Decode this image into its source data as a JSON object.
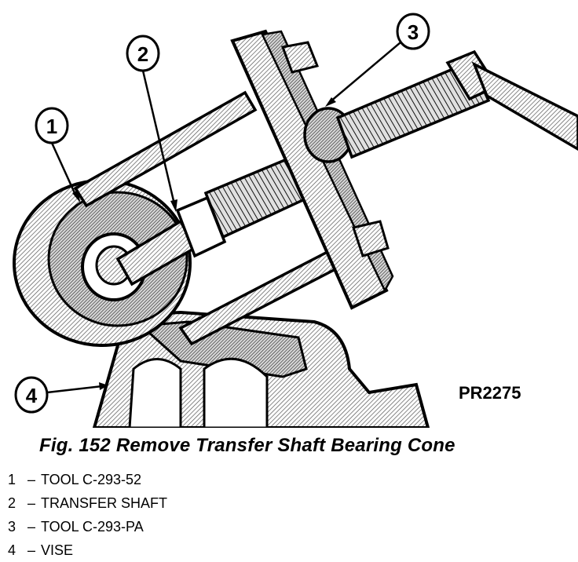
{
  "figure": {
    "reference_code": "PR2275",
    "caption": "Fig. 152 Remove Transfer Shaft Bearing Cone"
  },
  "callouts": [
    {
      "number": "1",
      "label": "TOOL C-293-52"
    },
    {
      "number": "2",
      "label": "TRANSFER SHAFT"
    },
    {
      "number": "3",
      "label": "TOOL C-293-PA"
    },
    {
      "number": "4",
      "label": "VISE"
    }
  ],
  "legend_separator": "–",
  "colors": {
    "ink": "#000000",
    "paper": "#ffffff",
    "shade": "#9a9a9a"
  }
}
